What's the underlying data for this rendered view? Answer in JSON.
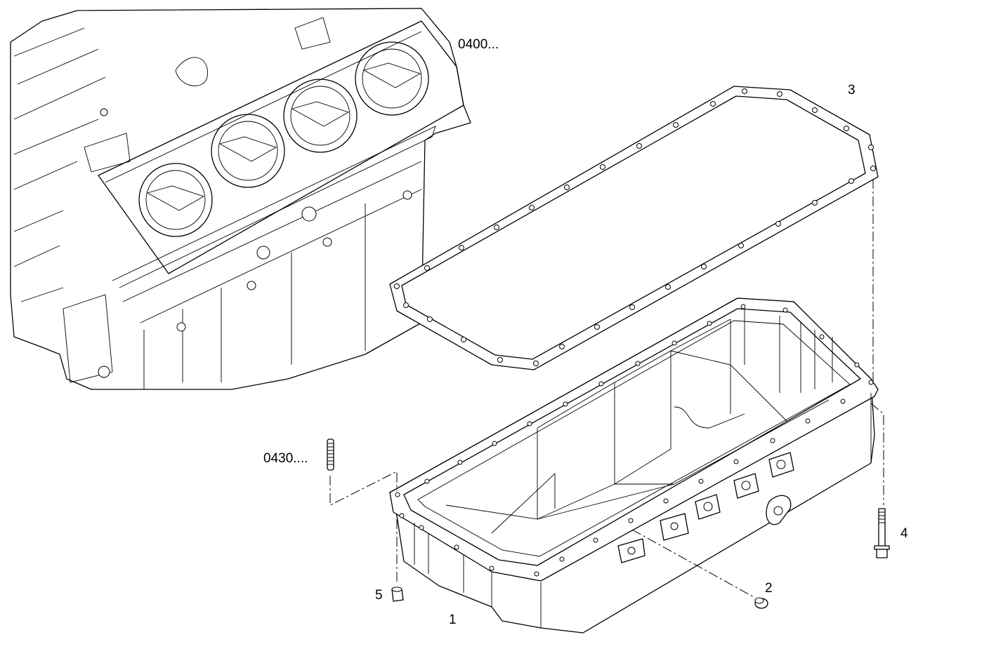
{
  "diagram": {
    "callouts": {
      "engine_block_ref": "0400...",
      "gasket": "3",
      "stud_ref": "0430....",
      "bolt": "4",
      "plug": "2",
      "nut": "5",
      "oil_pan": "1"
    }
  }
}
